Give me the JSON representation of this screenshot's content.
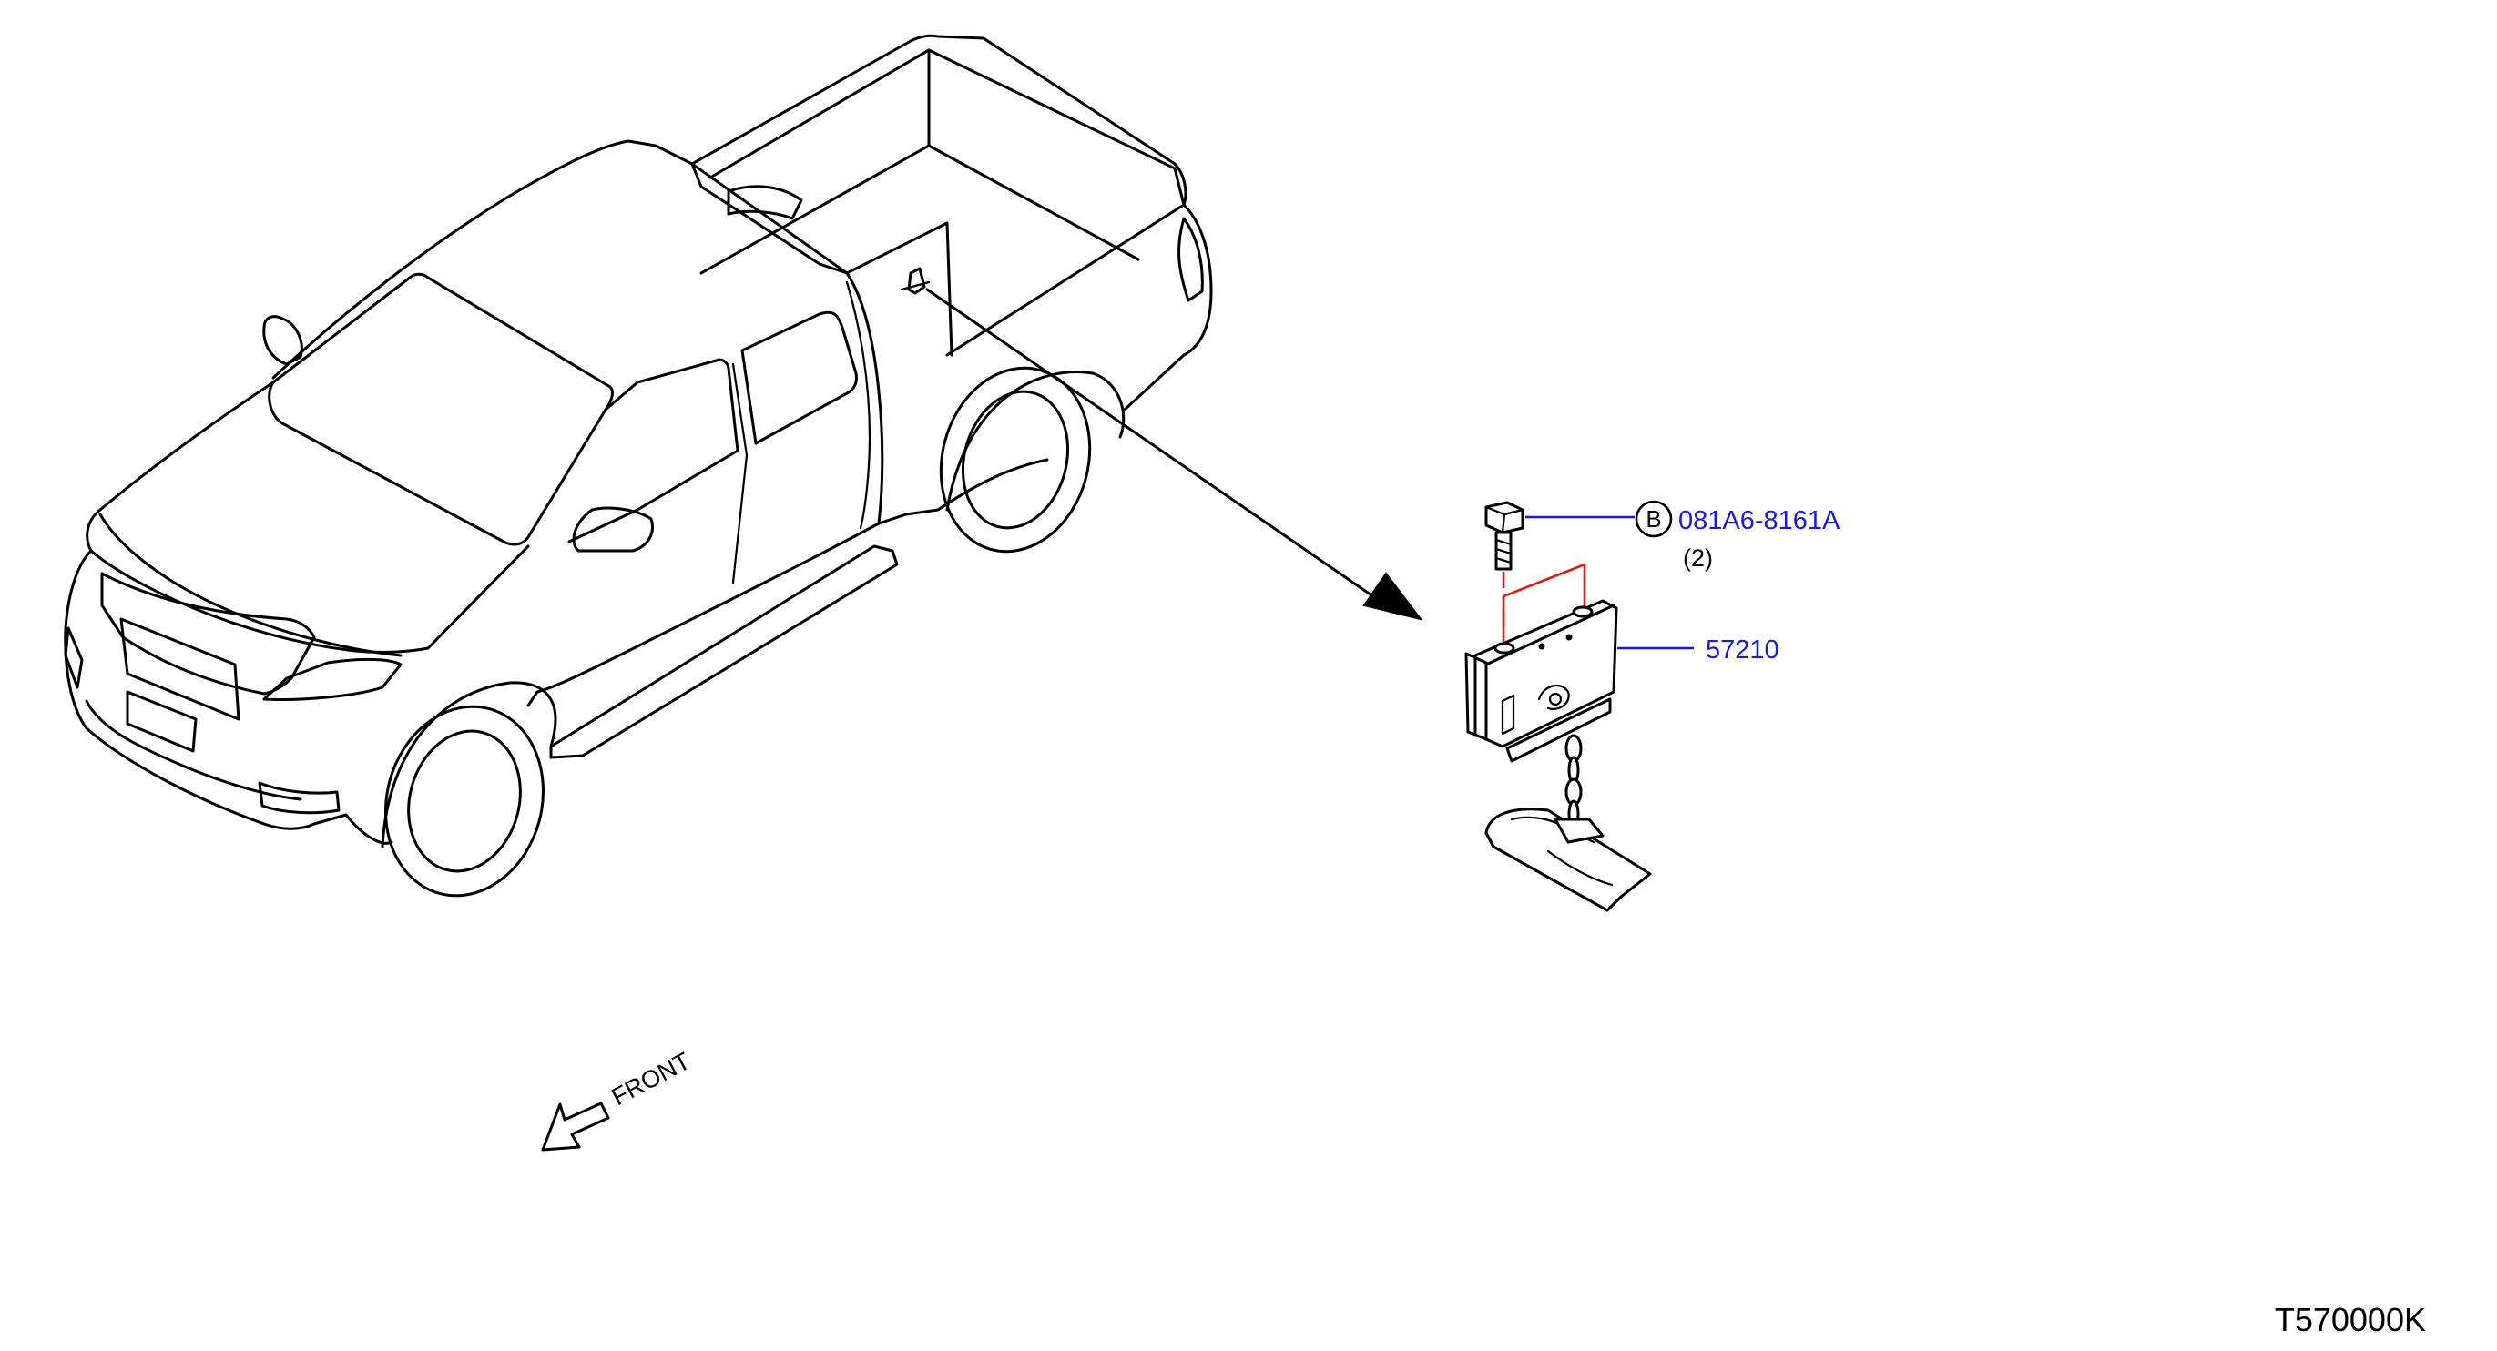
{
  "callouts": {
    "bolt_symbol": "B",
    "bolt_part_number": "081A6-8161A",
    "bolt_quantity": "(2)",
    "hoist_part_number": "57210"
  },
  "direction_label": "FRONT",
  "diagram_code": "T570000K",
  "colors": {
    "line": "#000000",
    "callout": "#1a1adb",
    "fastener_guide": "#e01818",
    "background": "#ffffff"
  }
}
